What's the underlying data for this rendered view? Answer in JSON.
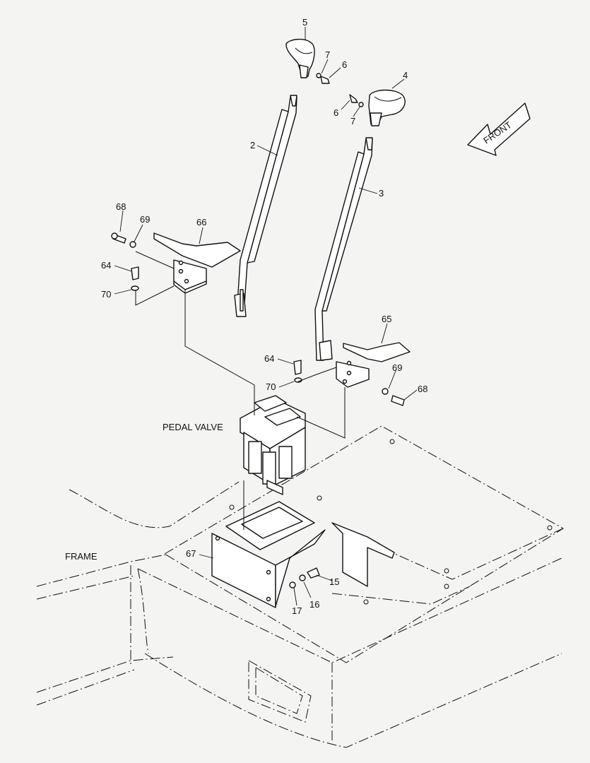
{
  "diagram": {
    "front_label": "FRONT",
    "pedal_valve_label": "PEDAL VALVE",
    "frame_label": "FRAME",
    "callouts": {
      "c2": "2",
      "c3": "3",
      "c4": "4",
      "c5": "5",
      "c6a": "6",
      "c6b": "6",
      "c7a": "7",
      "c7b": "7",
      "c15": "15",
      "c16": "16",
      "c17": "17",
      "c64a": "64",
      "c64b": "64",
      "c65": "65",
      "c66": "66",
      "c67": "67",
      "c68a": "68",
      "c68b": "68",
      "c69a": "69",
      "c69b": "69",
      "c70a": "70",
      "c70b": "70"
    }
  }
}
